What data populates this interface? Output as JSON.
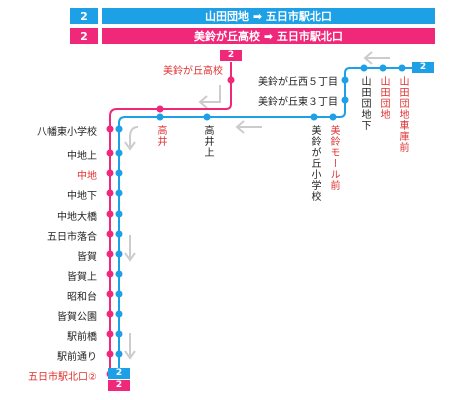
{
  "colors": {
    "blue": "#1ea0e6",
    "pink": "#f0287a",
    "arrow": "#cccccc",
    "red_text": "#e03030",
    "black_text": "#222222"
  },
  "legend": [
    {
      "number": "2",
      "route": "山田団地 ➡ 五日市駅北口",
      "color": "blue"
    },
    {
      "number": "2",
      "route": "美鈴が丘高校 ➡ 五日市駅北口",
      "color": "pink"
    }
  ],
  "route_badges": {
    "pink_start": "2",
    "blue_start": "2",
    "end_blue": "2",
    "end_pink": "2"
  },
  "stops": {
    "misuzugaoka_koko": "美鈴が丘高校",
    "yamada_shako": "山田団地車庫前",
    "yamada_danchi": "山田団地",
    "yamada_shita": "山田団地下",
    "misuzu_nishi": "美鈴が丘西５丁目",
    "misuzu_higashi": "美鈴が丘東３丁目",
    "misuzu_mall": "美鈴モール前",
    "misuzu_shogakko": "美鈴が丘小学校",
    "takai_ue": "高井上",
    "takai": "高井",
    "yahata_shogakko": "八幡東小学校",
    "nakachi_ue": "中地上",
    "nakachi": "中地",
    "nakachi_shita": "中地下",
    "nakachi_ohashi": "中地大橋",
    "itsukaichi_ochiai": "五日市落合",
    "minaga": "皆賀",
    "minaga_ue": "皆賀上",
    "showadai": "昭和台",
    "minaga_koen": "皆賀公園",
    "ekimaebashi": "駅前橋",
    "ekimae_dori": "駅前通り",
    "itsukaichi_kitaguchi": "五日市駅北口②"
  }
}
